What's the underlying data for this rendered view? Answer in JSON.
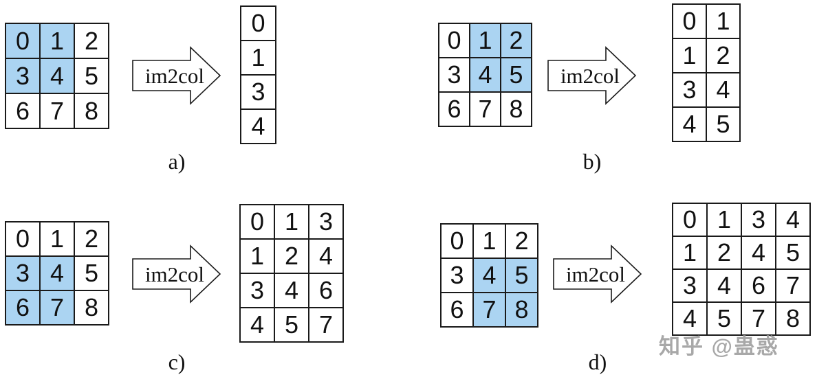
{
  "figure": {
    "arrow_label": "im2col",
    "highlight_color": "#abd4f2",
    "watermark": "知乎 @蛊惑",
    "panels": [
      {
        "id": "a",
        "label": "a)",
        "input_grid": {
          "rows": [
            [
              "0",
              "1",
              "2"
            ],
            [
              "3",
              "4",
              "5"
            ],
            [
              "6",
              "7",
              "8"
            ]
          ],
          "highlight_cells": [
            [
              0,
              0
            ],
            [
              0,
              1
            ],
            [
              1,
              0
            ],
            [
              1,
              1
            ]
          ]
        },
        "output_grid": {
          "rows": [
            [
              "0"
            ],
            [
              "1"
            ],
            [
              "3"
            ],
            [
              "4"
            ]
          ]
        }
      },
      {
        "id": "b",
        "label": "b)",
        "input_grid": {
          "rows": [
            [
              "0",
              "1",
              "2"
            ],
            [
              "3",
              "4",
              "5"
            ],
            [
              "6",
              "7",
              "8"
            ]
          ],
          "highlight_cells": [
            [
              0,
              1
            ],
            [
              0,
              2
            ],
            [
              1,
              1
            ],
            [
              1,
              2
            ]
          ]
        },
        "output_grid": {
          "rows": [
            [
              "0",
              "1"
            ],
            [
              "1",
              "2"
            ],
            [
              "3",
              "4"
            ],
            [
              "4",
              "5"
            ]
          ]
        }
      },
      {
        "id": "c",
        "label": "c)",
        "input_grid": {
          "rows": [
            [
              "0",
              "1",
              "2"
            ],
            [
              "3",
              "4",
              "5"
            ],
            [
              "6",
              "7",
              "8"
            ]
          ],
          "highlight_cells": [
            [
              1,
              0
            ],
            [
              1,
              1
            ],
            [
              2,
              0
            ],
            [
              2,
              1
            ]
          ]
        },
        "output_grid": {
          "rows": [
            [
              "0",
              "1",
              "3"
            ],
            [
              "1",
              "2",
              "4"
            ],
            [
              "3",
              "4",
              "6"
            ],
            [
              "4",
              "5",
              "7"
            ]
          ]
        }
      },
      {
        "id": "d",
        "label": "d)",
        "input_grid": {
          "rows": [
            [
              "0",
              "1",
              "2"
            ],
            [
              "3",
              "4",
              "5"
            ],
            [
              "6",
              "7",
              "8"
            ]
          ],
          "highlight_cells": [
            [
              1,
              1
            ],
            [
              1,
              2
            ],
            [
              2,
              1
            ],
            [
              2,
              2
            ]
          ]
        },
        "output_grid": {
          "rows": [
            [
              "0",
              "1",
              "3",
              "4"
            ],
            [
              "1",
              "2",
              "4",
              "5"
            ],
            [
              "3",
              "4",
              "6",
              "7"
            ],
            [
              "4",
              "5",
              "7",
              "8"
            ]
          ]
        }
      }
    ]
  }
}
